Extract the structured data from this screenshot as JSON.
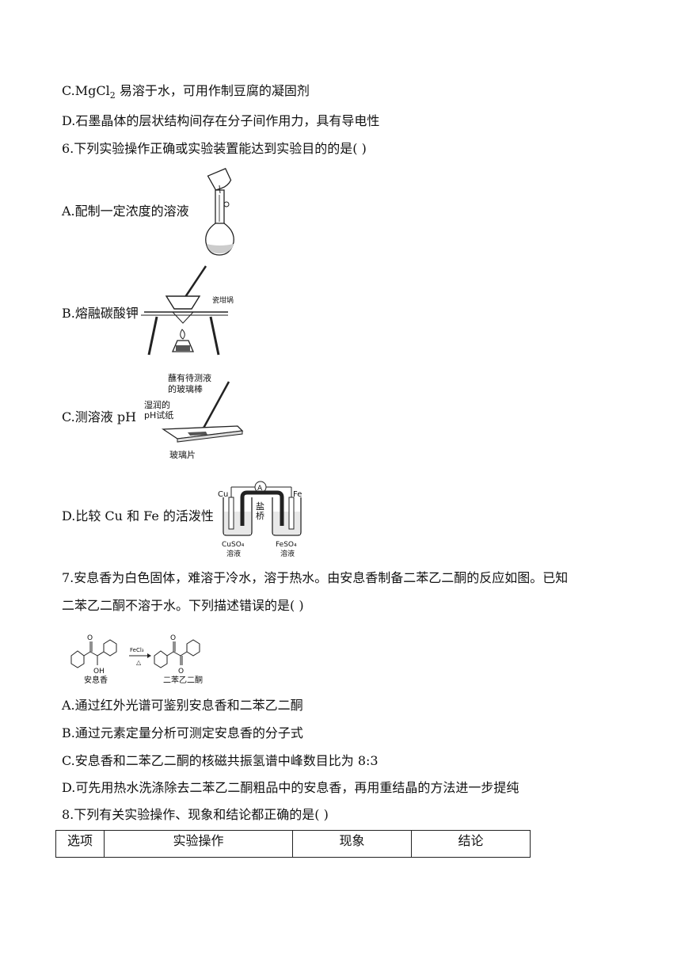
{
  "q5": {
    "c_prefix": "C.",
    "c_formula": "MgCl",
    "c_sub": "2",
    "c_rest": " 易溶于水，可用作制豆腐的凝固剂",
    "d": "D.石墨晶体的层状结构间存在分子间作用力，具有导电性"
  },
  "q6": {
    "stem": "6.下列实验操作正确或实验装置能达到实验目的的是(   )",
    "a": "A.配制一定浓度的溶液",
    "b": "B.熔融碳酸钾",
    "b_label": "瓷坩埚",
    "c": "C.测溶液 pH",
    "c_label1": "蘸有待测液",
    "c_label2": "的玻璃棒",
    "c_label3": "湿润的",
    "c_label4": "pH试纸",
    "c_label5": "玻璃片",
    "d": "D.比较 Cu 和 Fe 的活泼性",
    "d_cu": "Cu",
    "d_fe": "Fe",
    "d_meter": "A",
    "d_salt1": "盐",
    "d_salt2": "桥",
    "d_left1": "CuSO₄",
    "d_left2": "溶液",
    "d_right1": "FeSO₄",
    "d_right2": "溶液"
  },
  "q7": {
    "line1": "7.安息香为白色固体，难溶于冷水，溶于热水。由安息香制备二苯乙二酮的反应如图。已知",
    "line2": "二苯乙二酮不溶于水。下列描述错误的是(   )",
    "reagent": "FeCl₃",
    "cond": "△",
    "o1": "O",
    "oh": "OH",
    "o2": "O",
    "o3": "O",
    "name1": "安息香",
    "name2": "二苯乙二酮",
    "a": "A.通过红外光谱可鉴别安息香和二苯乙二酮",
    "b": "B.通过元素定量分析可测定安息香的分子式",
    "c": "C.安息香和二苯乙二酮的核磁共振氢谱中峰数目比为 8:3",
    "d": "D.可先用热水洗涤除去二苯乙二酮粗品中的安息香，再用重结晶的方法进一步提纯"
  },
  "q8": {
    "stem": "8.下列有关实验操作、现象和结论都正确的是(   )",
    "headers": [
      "选项",
      "实验操作",
      "现象",
      "结论"
    ]
  }
}
